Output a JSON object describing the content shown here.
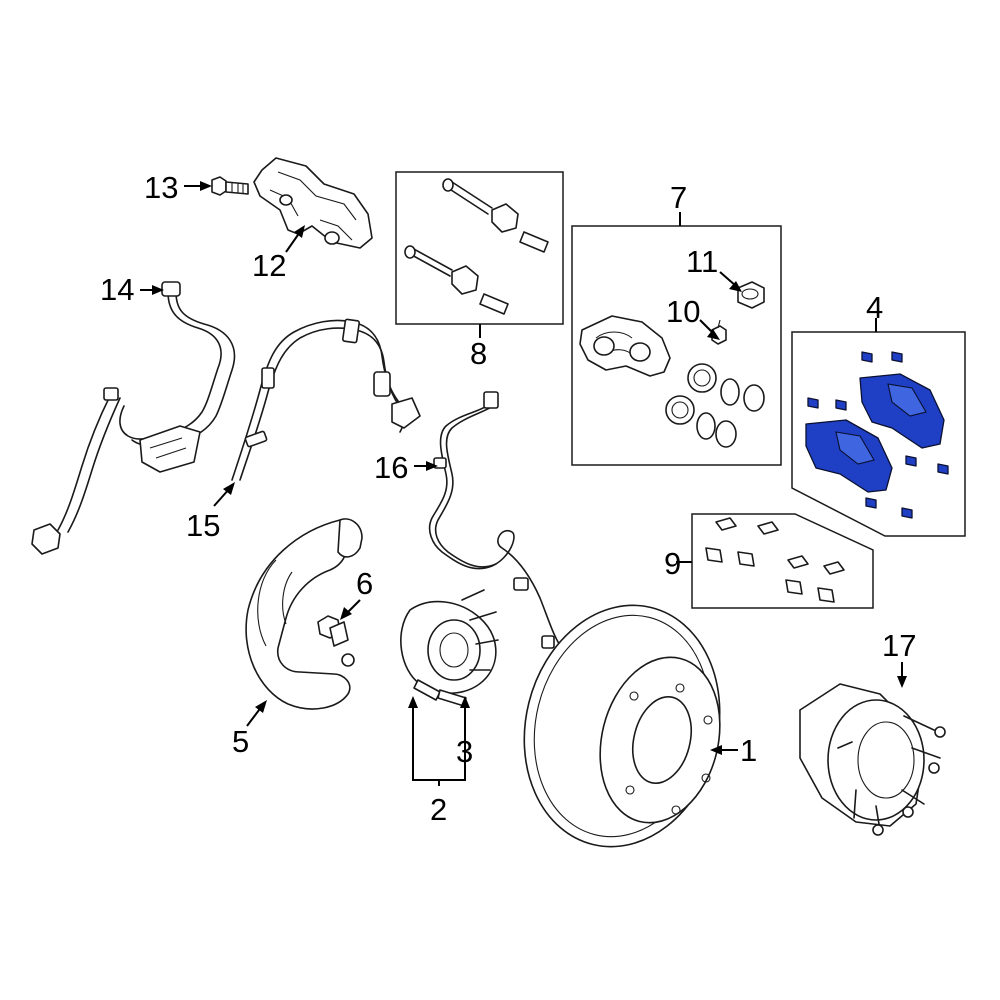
{
  "diagram": {
    "accent_color": "#1f3fc4",
    "callouts": [
      {
        "id": "c1",
        "label": "1"
      },
      {
        "id": "c2",
        "label": "2"
      },
      {
        "id": "c3",
        "label": "3"
      },
      {
        "id": "c4",
        "label": "4"
      },
      {
        "id": "c5",
        "label": "5"
      },
      {
        "id": "c6",
        "label": "6"
      },
      {
        "id": "c7",
        "label": "7"
      },
      {
        "id": "c8",
        "label": "8"
      },
      {
        "id": "c9",
        "label": "9"
      },
      {
        "id": "c10",
        "label": "10"
      },
      {
        "id": "c11",
        "label": "11"
      },
      {
        "id": "c12",
        "label": "12"
      },
      {
        "id": "c13",
        "label": "13"
      },
      {
        "id": "c14",
        "label": "14"
      },
      {
        "id": "c15",
        "label": "15"
      },
      {
        "id": "c16",
        "label": "16"
      },
      {
        "id": "c17",
        "label": "17"
      }
    ]
  }
}
